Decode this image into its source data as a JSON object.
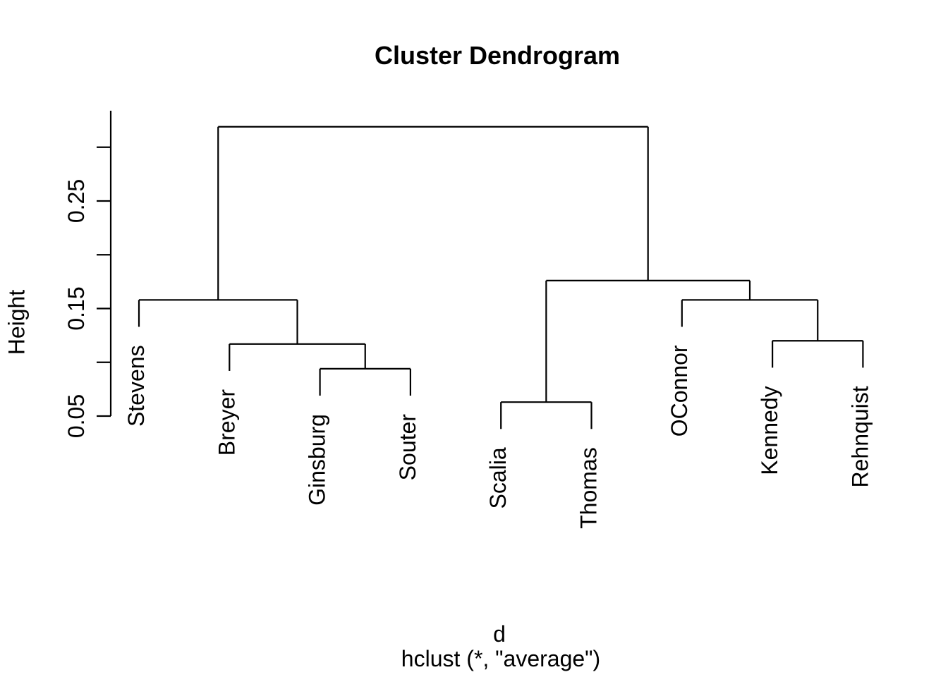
{
  "chart_data": {
    "type": "dendrogram",
    "title": "Cluster Dendrogram",
    "ylabel": "Height",
    "xlabel": "d",
    "sub": "hclust (*, \"average\")",
    "method": "average",
    "leaves": [
      "Stevens",
      "Breyer",
      "Ginsburg",
      "Souter",
      "Scalia",
      "Thomas",
      "OConnor",
      "Kennedy",
      "Rehnquist"
    ],
    "hang": 0.025,
    "ylim": [
      0.05,
      0.33
    ],
    "grid": false,
    "axis_ticks": [
      {
        "value": 0.05,
        "label": "0.05"
      },
      {
        "value": 0.1,
        "label": ""
      },
      {
        "value": 0.15,
        "label": "0.15"
      },
      {
        "value": 0.2,
        "label": ""
      },
      {
        "value": 0.25,
        "label": "0.25"
      },
      {
        "value": 0.3,
        "label": ""
      }
    ],
    "merges": [
      {
        "cluster": [
          "Scalia",
          "Thomas"
        ],
        "height": 0.063
      },
      {
        "cluster": [
          "Ginsburg",
          "Souter"
        ],
        "height": 0.094
      },
      {
        "cluster": [
          "Breyer",
          "Ginsburg",
          "Souter"
        ],
        "height": 0.117
      },
      {
        "cluster": [
          "Kennedy",
          "Rehnquist"
        ],
        "height": 0.12
      },
      {
        "cluster": [
          "Stevens",
          "Breyer",
          "Ginsburg",
          "Souter"
        ],
        "height": 0.158
      },
      {
        "cluster": [
          "OConnor",
          "Kennedy",
          "Rehnquist"
        ],
        "height": 0.158
      },
      {
        "cluster": [
          "Scalia",
          "Thomas",
          "OConnor",
          "Kennedy",
          "Rehnquist"
        ],
        "height": 0.176
      },
      {
        "cluster": [
          "Stevens",
          "Breyer",
          "Ginsburg",
          "Souter",
          "Scalia",
          "Thomas",
          "OConnor",
          "Kennedy",
          "Rehnquist"
        ],
        "height": 0.319
      }
    ],
    "tree": {
      "h": 0.319,
      "children": [
        {
          "h": 0.158,
          "children": [
            {
              "leaf": "Stevens"
            },
            {
              "h": 0.117,
              "children": [
                {
                  "leaf": "Breyer"
                },
                {
                  "h": 0.094,
                  "children": [
                    {
                      "leaf": "Ginsburg"
                    },
                    {
                      "leaf": "Souter"
                    }
                  ]
                }
              ]
            }
          ]
        },
        {
          "h": 0.176,
          "children": [
            {
              "h": 0.063,
              "children": [
                {
                  "leaf": "Scalia"
                },
                {
                  "leaf": "Thomas"
                }
              ]
            },
            {
              "h": 0.158,
              "children": [
                {
                  "leaf": "OConnor"
                },
                {
                  "h": 0.12,
                  "children": [
                    {
                      "leaf": "Kennedy"
                    },
                    {
                      "leaf": "Rehnquist"
                    }
                  ]
                }
              ]
            }
          ]
        }
      ]
    },
    "line_color": "#000000",
    "background_color": "#ffffff"
  }
}
